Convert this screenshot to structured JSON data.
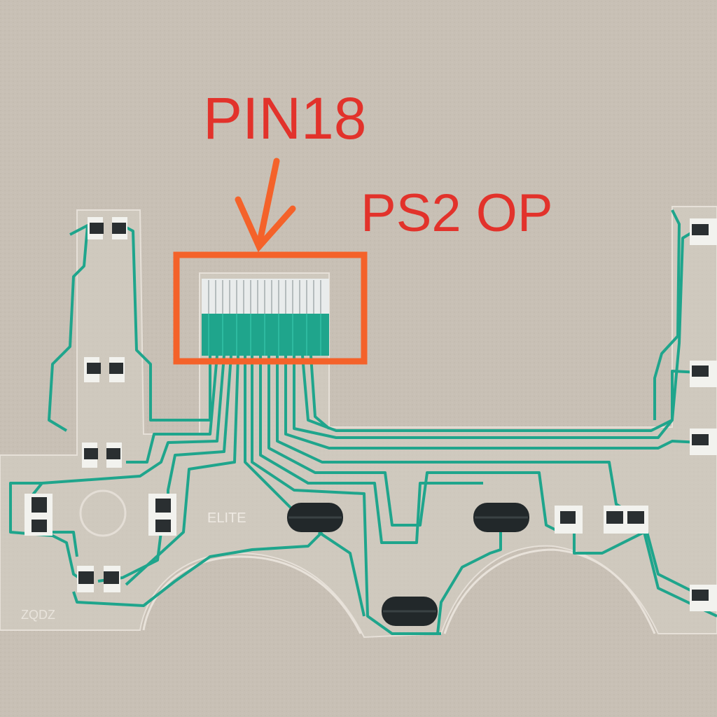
{
  "annotations": {
    "pin_label": "PIN18",
    "model_label": "PS2 OP",
    "label_color": "#e2322b",
    "highlight_color": "#f4622a"
  },
  "ribbon": {
    "brand_text": "ELITE",
    "code_text": "ZQDZ",
    "trace_color": "#1fa58c",
    "film_color": "#d4cdc2"
  },
  "background": {
    "surface": "cardboard",
    "color": "#c9c1b6"
  }
}
